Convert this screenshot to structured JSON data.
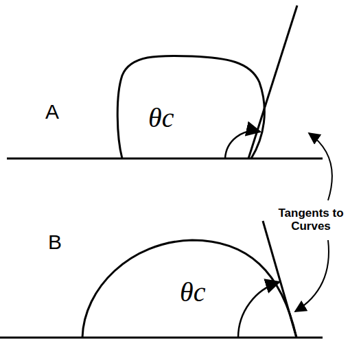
{
  "diagram": {
    "labels": [
      "A",
      "θc",
      "Tangents to Curves",
      "B",
      "θc"
    ]
  }
}
